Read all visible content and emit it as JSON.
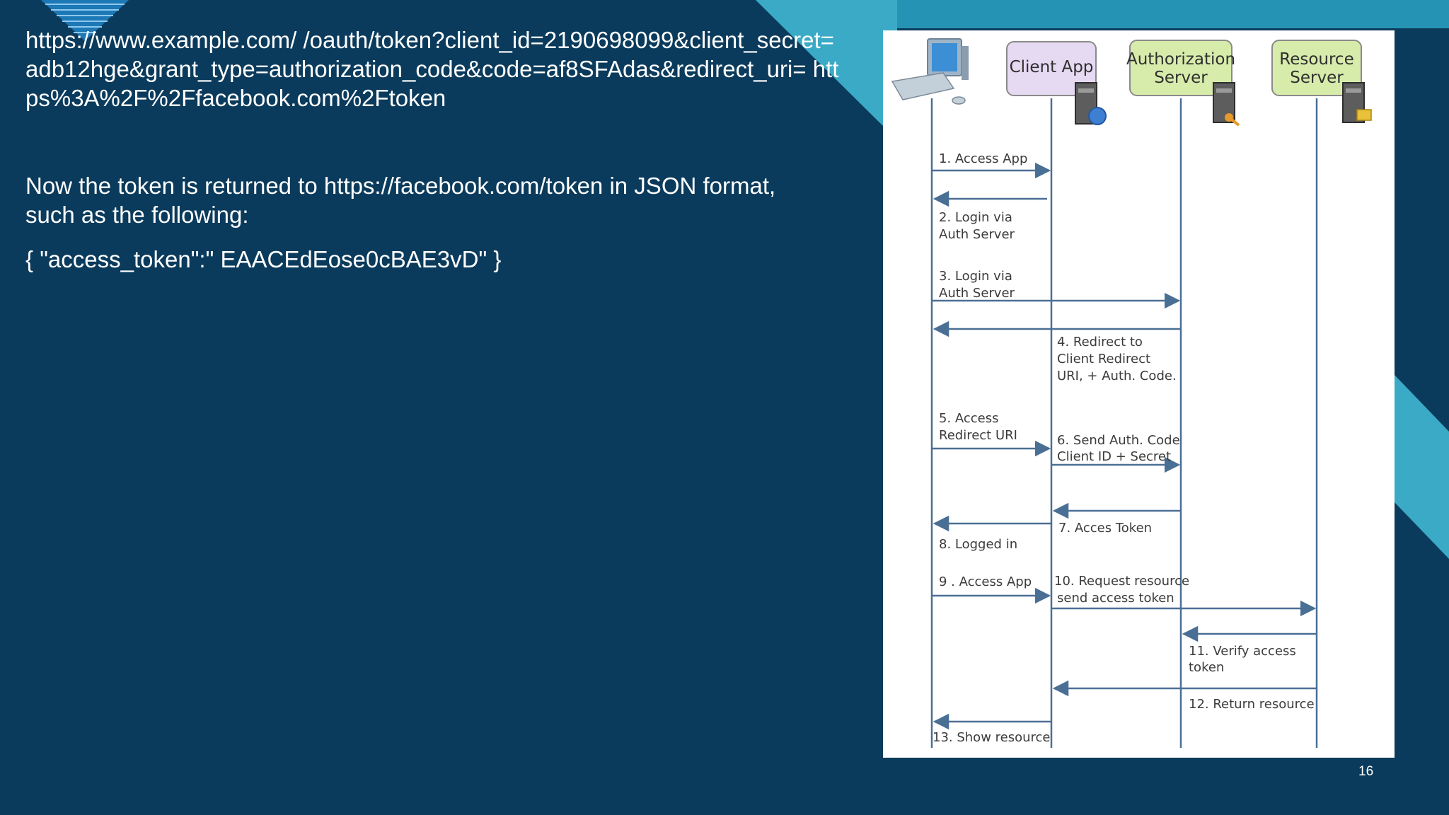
{
  "slide": {
    "url_text": "https://www.example.com/ /oauth/token?client_id=2190698099&client_secret=adb12hge&grant_type=authorization_code&code=af8SFAdas&redirect_uri= https%3A%2F%2Ffacebook.com%2Ftoken",
    "body_text": "Now the token is returned to https://facebook.com/token in JSON format, such as the following:",
    "json_text": "{ \"access_token\":\" EAACEdEose0cBAE3vD\" }",
    "page_number": "16"
  },
  "diagram": {
    "participants": [
      {
        "label": "",
        "icon": "desktop-computer-icon"
      },
      {
        "label": "Client App",
        "icon": "server-globe-icon",
        "color": "#e6d9f2"
      },
      {
        "label": "Authorization Server",
        "lines": [
          "Authorization",
          "Server"
        ],
        "icon": "server-key-icon",
        "color": "#d7ecab"
      },
      {
        "label": "Resource Server",
        "lines": [
          "Resource",
          "Server"
        ],
        "icon": "server-folder-icon",
        "color": "#d7ecab"
      }
    ],
    "messages": [
      {
        "step": "1",
        "lines": [
          "1. Access App"
        ]
      },
      {
        "step": "2",
        "lines": [
          "2. Login via",
          "Auth Server"
        ]
      },
      {
        "step": "3",
        "lines": [
          "3. Login via",
          "Auth Server"
        ]
      },
      {
        "step": "4",
        "lines": [
          "4. Redirect to",
          "Client Redirect",
          "URI, + Auth. Code."
        ]
      },
      {
        "step": "5",
        "lines": [
          "5. Access",
          "Redirect URI"
        ]
      },
      {
        "step": "6",
        "lines": [
          "6. Send Auth. Code",
          "Client ID + Secret"
        ]
      },
      {
        "step": "7",
        "lines": [
          "7. Acces Token"
        ]
      },
      {
        "step": "8",
        "lines": [
          "8. Logged in"
        ]
      },
      {
        "step": "9",
        "lines": [
          "9 . Access App"
        ]
      },
      {
        "step": "10",
        "lines": [
          "10. Request resource",
          "send access token"
        ]
      },
      {
        "step": "11",
        "lines": [
          "11. Verify access",
          "token"
        ]
      },
      {
        "step": "12",
        "lines": [
          "12. Return resource"
        ]
      },
      {
        "step": "13",
        "lines": [
          "13. Show resource"
        ]
      }
    ],
    "colors": {
      "lifeline": "#4a6f95",
      "header_border": "#8a8a8a"
    }
  }
}
